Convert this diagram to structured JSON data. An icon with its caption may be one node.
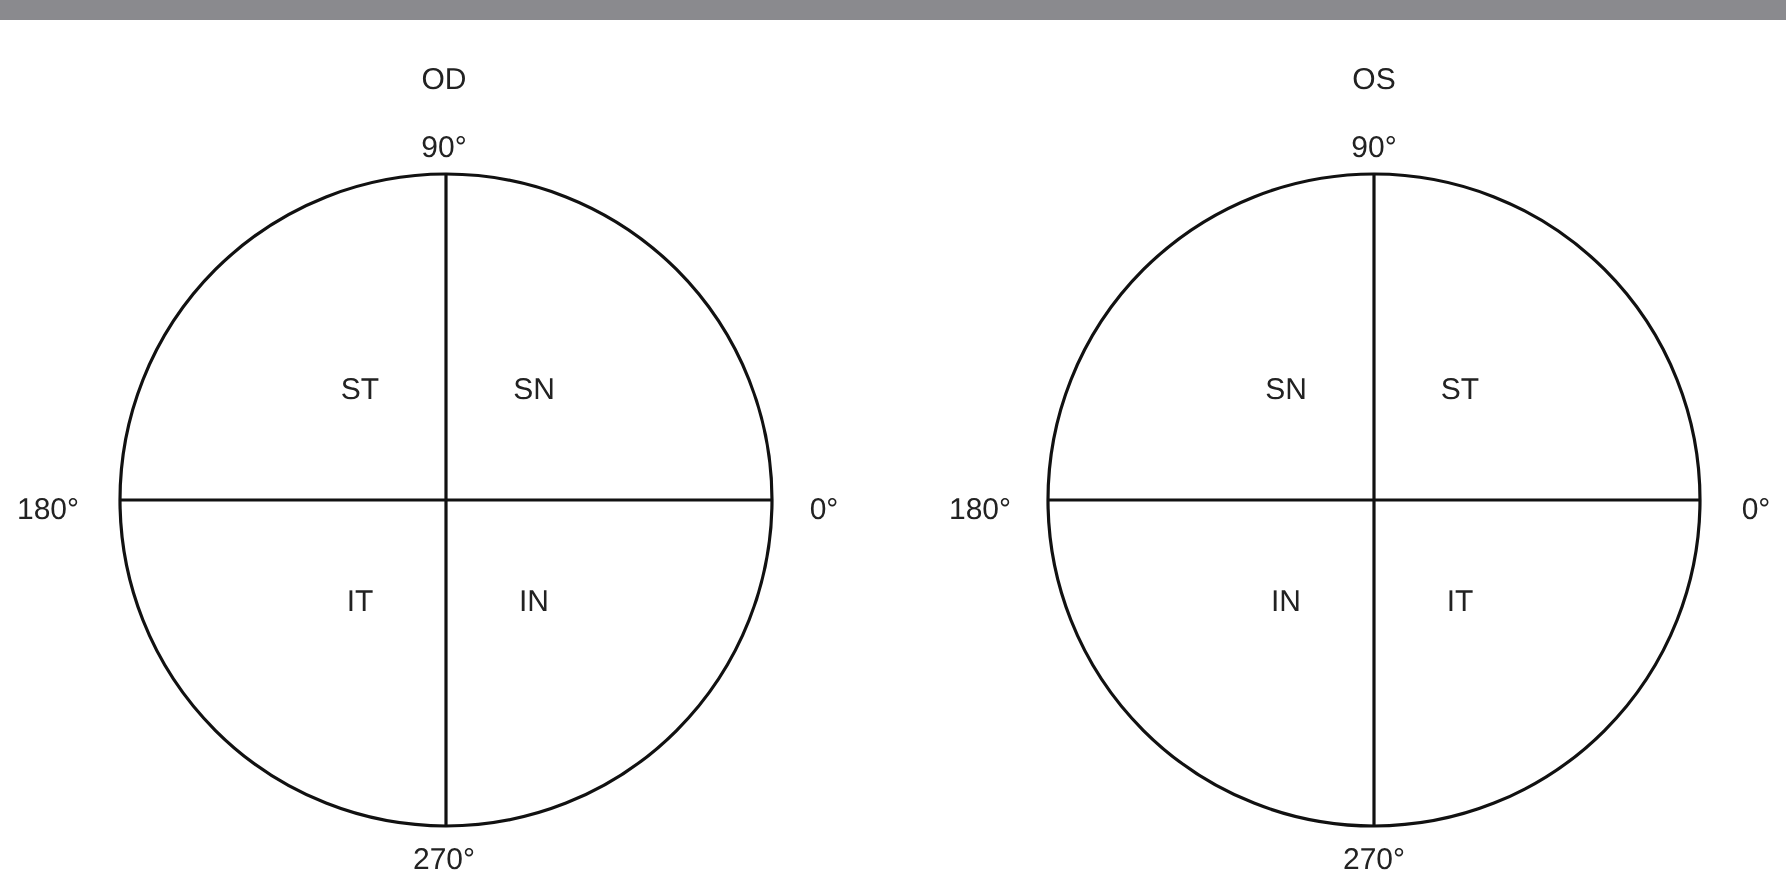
{
  "diagram": {
    "labels": [
      "OD",
      "OS",
      "90°",
      "90°",
      "ST",
      "SN",
      "SN",
      "ST",
      "180°",
      "0°",
      "180°",
      "0°",
      "IT",
      "IN",
      "IN",
      "IT",
      "270°",
      "270°"
    ]
  }
}
